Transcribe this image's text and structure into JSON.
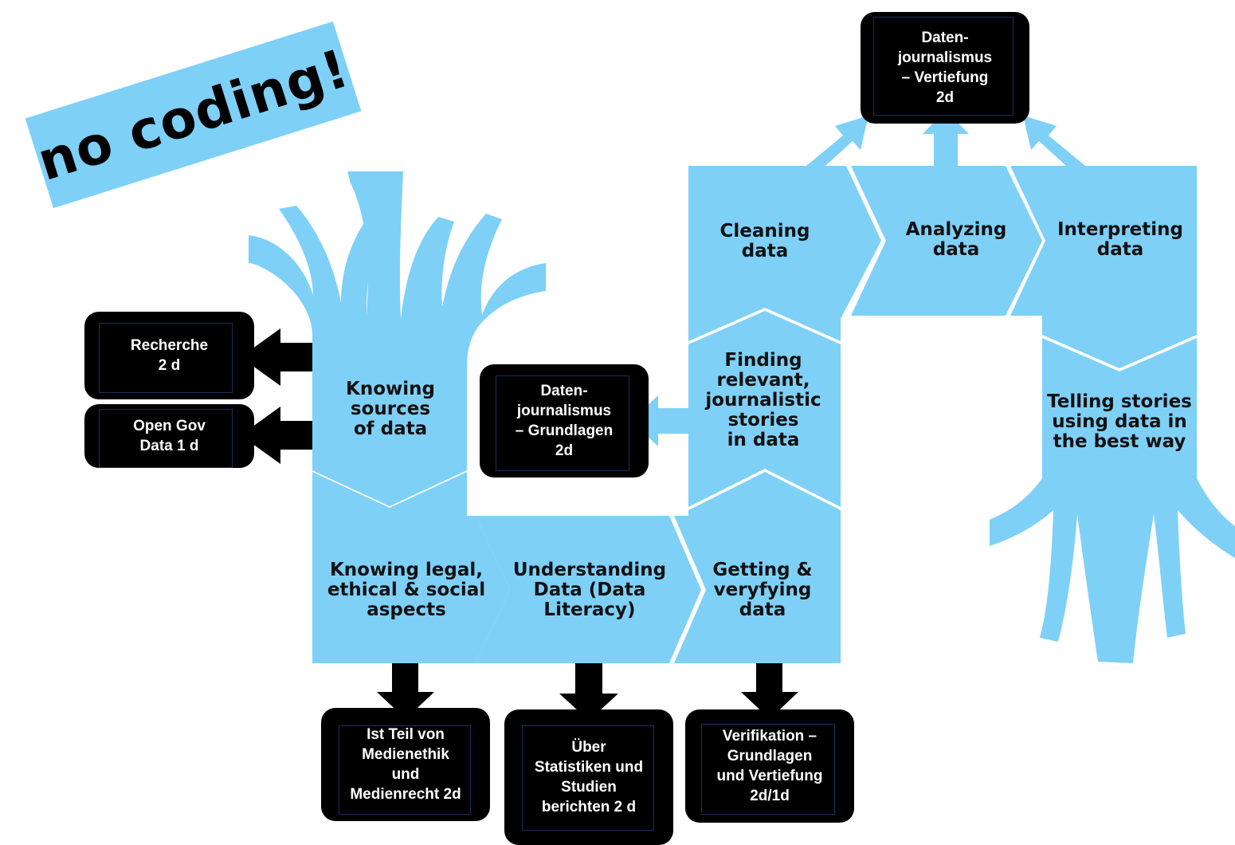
{
  "colors": {
    "flow_blue": "#7ed0f7",
    "course_box": "#000000",
    "course_text": "#ffffff",
    "stage_text": "#111111"
  },
  "banner": {
    "text": "no coding!"
  },
  "stages": {
    "knowing_sources": "Knowing\nsources\nof data",
    "knowing_legal": "Knowing legal,\nethical & social\naspects",
    "understanding_data": "Understanding\nData (Data\nLiteracy)",
    "getting_verifying": "Getting &\nveryfying\ndata",
    "finding_stories": "Finding\nrelevant,\njournalistic\nstories\nin data",
    "cleaning_data": "Cleaning\ndata",
    "analyzing_data": "Analyzing\ndata",
    "interpreting_data": "Interpreting\ndata",
    "telling_stories": "Telling stories\nusing data in\nthe best way"
  },
  "courses": {
    "recherche": "Recherche\n2 d",
    "open_gov": "Open Gov\nData 1 d",
    "grundlagen": "Daten-\njournalismus\n– Grundlagen\n2d",
    "vertiefung": "Daten-\njournalismus\n– Vertiefung\n2d",
    "medienethik": "Ist Teil von\nMedienethik\nund\nMedienrecht 2d",
    "statistiken": "Über\nStatistiken und\nStudien\nberichten 2 d",
    "verifikation": "Verifikation –\nGrundlagen\nund Vertiefung\n2d/1d"
  },
  "icons": {
    "arrow": "arrow-icon"
  }
}
